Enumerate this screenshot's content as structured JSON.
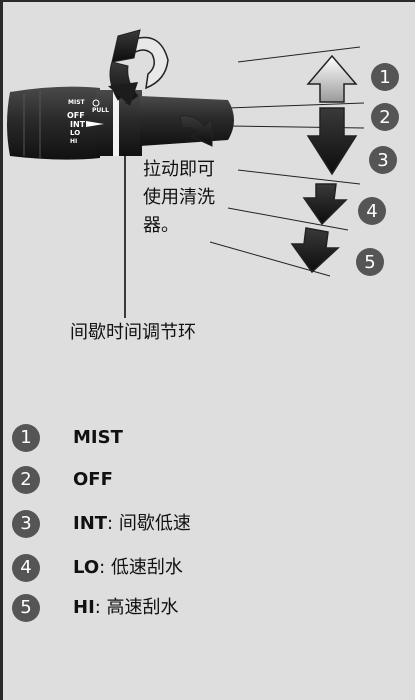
{
  "callouts": [
    "1",
    "2",
    "3",
    "4",
    "5"
  ],
  "stalk_labels": {
    "mist": "MIST",
    "pull": "PULL",
    "off": "OFF",
    "int": "INT",
    "lo": "LO",
    "hi": "HI"
  },
  "wash_note": [
    "拉动即可",
    "使用清洗",
    "器。"
  ],
  "ring_label": "间歇时间调节环",
  "legend": [
    {
      "num": "1",
      "key": "MIST",
      "desc": ""
    },
    {
      "num": "2",
      "key": "OFF",
      "desc": ""
    },
    {
      "num": "3",
      "key": "INT",
      "desc": ": 间歇低速"
    },
    {
      "num": "4",
      "key": "LO",
      "desc": ": 低速刮水"
    },
    {
      "num": "5",
      "key": "HI",
      "desc": ": 高速刮水"
    }
  ]
}
